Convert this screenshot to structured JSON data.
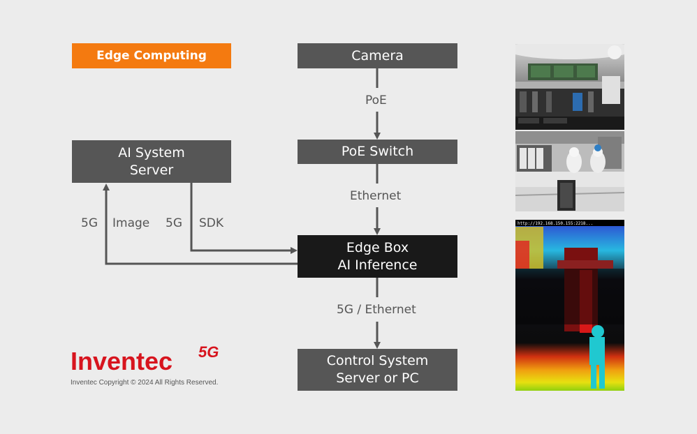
{
  "badge": "Edge Computing",
  "nodes": {
    "camera": "Camera",
    "poe_switch": "PoE Switch",
    "edge_box": [
      "Edge Box",
      "AI Inference"
    ],
    "control_system": [
      "Control System",
      "Server or PC"
    ],
    "ai_server": [
      "AI System",
      "Server"
    ]
  },
  "links": {
    "poe": "PoE",
    "ethernet": "Ethernet",
    "fiveg_ethernet": "5G / Ethernet",
    "fiveg_a": "5G",
    "image": "Image",
    "fiveg_b": "5G",
    "sdk": "SDK"
  },
  "depth_overlay_text": "http://192.168.150.155:2218...",
  "logo": {
    "wordmark": "Inventec",
    "superscript": "5G",
    "color": "#d7141e"
  },
  "copyright": "Inventec Copyright © 2024  All Rights Reserved.",
  "colors": {
    "accent": "#f47a10",
    "box": "#565656",
    "box_active": "#191919",
    "arrow": "#555555"
  }
}
